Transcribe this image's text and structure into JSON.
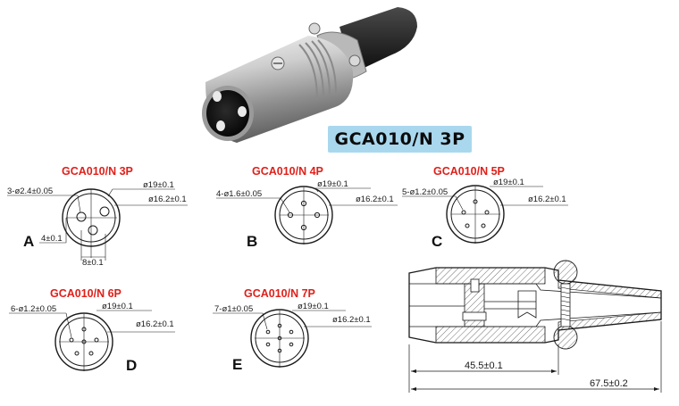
{
  "product_badge": "GCA010/N 3P",
  "variants": [
    {
      "letter": "A",
      "title": "GCA010/N 3P",
      "pin_dim": "3-ø2.4±0.05",
      "outer_dim": "ø19±0.1",
      "inner_dim": "ø16.2±0.1",
      "extra_dims": [
        "4±0.1",
        "8±0.1"
      ]
    },
    {
      "letter": "B",
      "title": "GCA010/N 4P",
      "pin_dim": "4-ø1.6±0.05",
      "outer_dim": "ø19±0.1",
      "inner_dim": "ø16.2±0.1"
    },
    {
      "letter": "C",
      "title": "GCA010/N 5P",
      "pin_dim": "5-ø1.2±0.05",
      "outer_dim": "ø19±0.1",
      "inner_dim": "ø16.2±0.1"
    },
    {
      "letter": "D",
      "title": "GCA010/N 6P",
      "pin_dim": "6-ø1.2±0.05",
      "outer_dim": "ø19±0.1",
      "inner_dim": "ø16.2±0.1"
    },
    {
      "letter": "E",
      "title": "GCA010/N 7P",
      "pin_dim": "7-ø1±0.05",
      "outer_dim": "ø19±0.1",
      "inner_dim": "ø16.2±0.1"
    }
  ],
  "section": {
    "dim_short": "45.5±0.1",
    "dim_total": "67.5±0.2"
  },
  "colors": {
    "title_red": "#e0201a",
    "badge_blue": "#a9d8ee"
  }
}
